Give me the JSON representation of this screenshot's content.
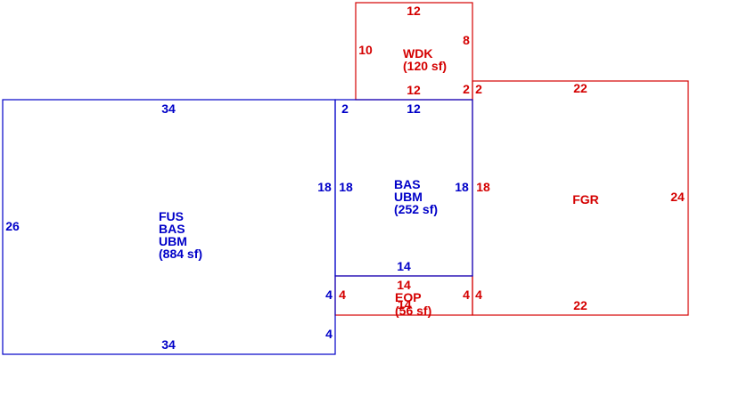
{
  "colors": {
    "main_line": "#0000c8",
    "secondary_line": "#d40000",
    "background": "#ffffff"
  },
  "areas": {
    "fus_bas_ubm": {
      "codes": [
        "FUS",
        "BAS",
        "UBM"
      ],
      "area": "(884 sf)",
      "dims": {
        "top": "34",
        "bottom": "34",
        "left": "26",
        "right_upper": "18",
        "right_lower_a": "4",
        "right_lower_b": "4"
      }
    },
    "bas_ubm": {
      "codes": [
        "BAS",
        "UBM"
      ],
      "area": "(252 sf)",
      "dims": {
        "top_left": "2",
        "top": "12",
        "left": "18",
        "right": "18",
        "bottom": "14"
      }
    },
    "wdk": {
      "code": "WDK",
      "area": "(120 sf)",
      "dims": {
        "top": "12",
        "left": "10",
        "right": "8",
        "bottom": "12",
        "right_lower": "2"
      }
    },
    "fgr": {
      "code": "FGR",
      "dims": {
        "top_left": "2",
        "top": "22",
        "left": "18",
        "right": "24",
        "bottom": "22",
        "left_lower": "4"
      }
    },
    "eop": {
      "code": "EOP",
      "area": "(56 sf)",
      "overlap_text": "14",
      "dims": {
        "top": "14",
        "left": "4",
        "right": "4"
      }
    }
  }
}
